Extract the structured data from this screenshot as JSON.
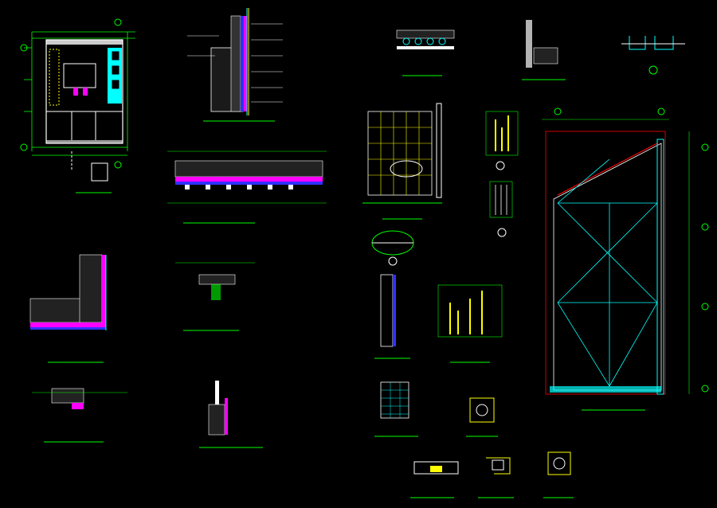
{
  "drawing": {
    "background": "#000000",
    "colors": {
      "outline": "#ffffff",
      "dimension": "#00ff00",
      "annotation": "#ffff00",
      "glazing": "#00ffff",
      "hatch_wall": "#ff00ff",
      "section_cut": "#ff0000",
      "structure": "#3030ff"
    },
    "views": [
      {
        "id": "floor-plan",
        "kind": "plan-view"
      },
      {
        "id": "wall-section-top",
        "kind": "section-detail"
      },
      {
        "id": "floor-section-long",
        "kind": "section-detail"
      },
      {
        "id": "corner-section",
        "kind": "section-detail"
      },
      {
        "id": "small-section-a",
        "kind": "section-detail"
      },
      {
        "id": "small-section-b",
        "kind": "section-detail"
      },
      {
        "id": "small-section-c",
        "kind": "section-detail"
      },
      {
        "id": "beam-detail",
        "kind": "section-detail"
      },
      {
        "id": "column-detail",
        "kind": "section-detail"
      },
      {
        "id": "channel-detail",
        "kind": "section-detail"
      },
      {
        "id": "screen-elevation",
        "kind": "elevation-view"
      },
      {
        "id": "bamboo-detail-1",
        "kind": "detail"
      },
      {
        "id": "bamboo-detail-2",
        "kind": "detail"
      },
      {
        "id": "oval-detail",
        "kind": "detail"
      },
      {
        "id": "glass-wall-elevation",
        "kind": "elevation-view"
      },
      {
        "id": "small-wall-section",
        "kind": "section-detail"
      },
      {
        "id": "bamboo-elevation",
        "kind": "elevation-view"
      },
      {
        "id": "grid-panel",
        "kind": "elevation-view"
      },
      {
        "id": "node-detail-1",
        "kind": "detail"
      },
      {
        "id": "node-detail-2",
        "kind": "detail"
      },
      {
        "id": "node-detail-3",
        "kind": "detail"
      },
      {
        "id": "node-detail-4",
        "kind": "detail"
      }
    ]
  }
}
